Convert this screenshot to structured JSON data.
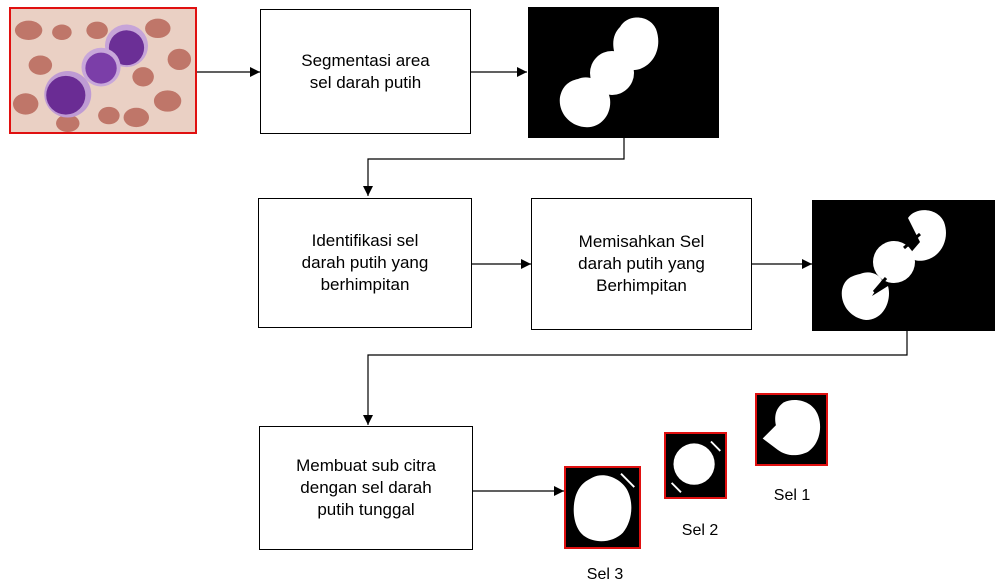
{
  "steps": {
    "segmentation": "Segmentasi area\nsel darah putih",
    "identification": "Identifikasi sel\ndarah putih yang\nberhimpitan",
    "separation": "Memisahkan Sel\ndarah putih yang\nBerhimpitan",
    "subimage": "Membuat sub citra\ndengan sel darah\nputih tunggal"
  },
  "images": {
    "input": "microscope-blood-smear-image",
    "segmented_mask": "binary-mask-white-cells",
    "separated_mask": "binary-mask-separated-cells",
    "cell3": "single-cell-subimage",
    "cell2": "single-cell-subimage",
    "cell1": "single-cell-subimage"
  },
  "captions": {
    "cell1": "Sel 1",
    "cell2": "Sel 2",
    "cell3": "Sel 3"
  },
  "colors": {
    "highlight_border": "#e01010",
    "mask_background": "#000000",
    "mask_foreground": "#ffffff",
    "wbc_nucleus": "#7a3fa6",
    "rbc": "#b86a5a"
  }
}
